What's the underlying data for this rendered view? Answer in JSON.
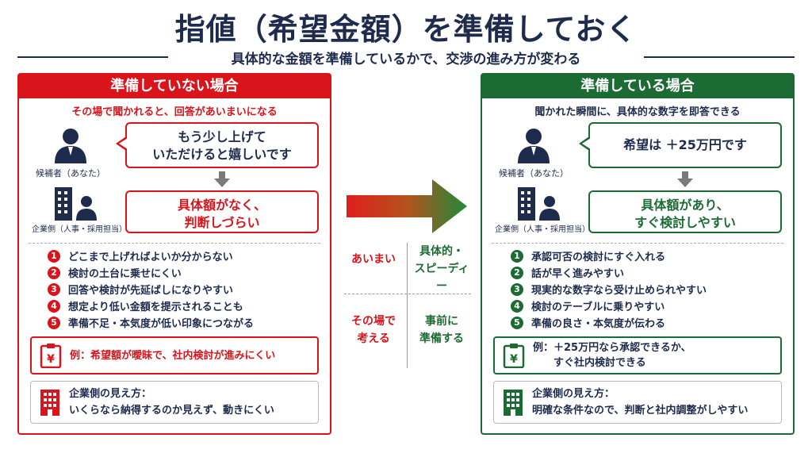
{
  "title": "指値（希望金額）を準備しておく",
  "subtitle": "具体的な金額を準備しているかで、交渉の進み方が変わる",
  "left": {
    "header": "準備していない場合",
    "lead": "その場で聞かれると、回答があいまいになる",
    "candidate_label": "候補者（あなた）",
    "company_label": "企業側（人事・採用担当）",
    "bubble_top_line1": "もう少し上げて",
    "bubble_top_line2": "いただけると嬉しいです",
    "bubble_bottom_line1": "具体額がなく、",
    "bubble_bottom_line2": "判断しづらい",
    "items": [
      {
        "num": "1",
        "text": "どこまで上げればよいか分からない"
      },
      {
        "num": "2",
        "text": "検討の土台に乗せにくい"
      },
      {
        "num": "3",
        "text": "回答や検討が先延ばしになりやすい"
      },
      {
        "num": "4",
        "text": "想定より低い金額を提示されることも"
      },
      {
        "num": "5",
        "text": "準備不足・本気度が低い印象につながる"
      }
    ],
    "example": "例：希望額が曖昧で、社内検討が進みにくい",
    "view_line1": "企業側の見え方：",
    "view_line2": "いくらなら納得するのか見えず、動きにくい"
  },
  "right": {
    "header": "準備している場合",
    "lead": "聞かれた瞬間に、具体的な数字を即答できる",
    "candidate_label": "候補者（あなた）",
    "company_label": "企業側（人事・採用担当）",
    "bubble_top_line1": "希望は ＋25万円です",
    "bubble_bottom_line1": "具体額があり、",
    "bubble_bottom_line2": "すぐ検討しやすい",
    "items": [
      {
        "num": "1",
        "text": "承認可否の検討にすぐ入れる"
      },
      {
        "num": "2",
        "text": "話が早く進みやすい"
      },
      {
        "num": "3",
        "text": "現実的な数字なら受け止められやすい"
      },
      {
        "num": "4",
        "text": "検討のテーブルに乗りやすい"
      },
      {
        "num": "5",
        "text": "準備の良さ・本気度が伝わる"
      }
    ],
    "example_line1": "例：＋25万円なら承認できるか、",
    "example_line2": "すぐ社内検討できる",
    "view_line1": "企業側の見え方：",
    "view_line2": "明確な条件なので、判断と社内調整がしやすい"
  },
  "center": {
    "left_top": "あいまい",
    "right_top_line1": "具体的・",
    "right_top_line2": "スピーディー",
    "left_bottom_line1": "その場で",
    "left_bottom_line2": "考える",
    "right_bottom_line1": "事前に",
    "right_bottom_line2": "準備する"
  },
  "colors": {
    "navy": "#1f2b4d",
    "red": "#d9141b",
    "green": "#1d6b34"
  },
  "icons": [
    "person-icon",
    "office-building-icon",
    "clipboard-yen-icon",
    "down-arrow-icon",
    "right-arrow-icon"
  ]
}
